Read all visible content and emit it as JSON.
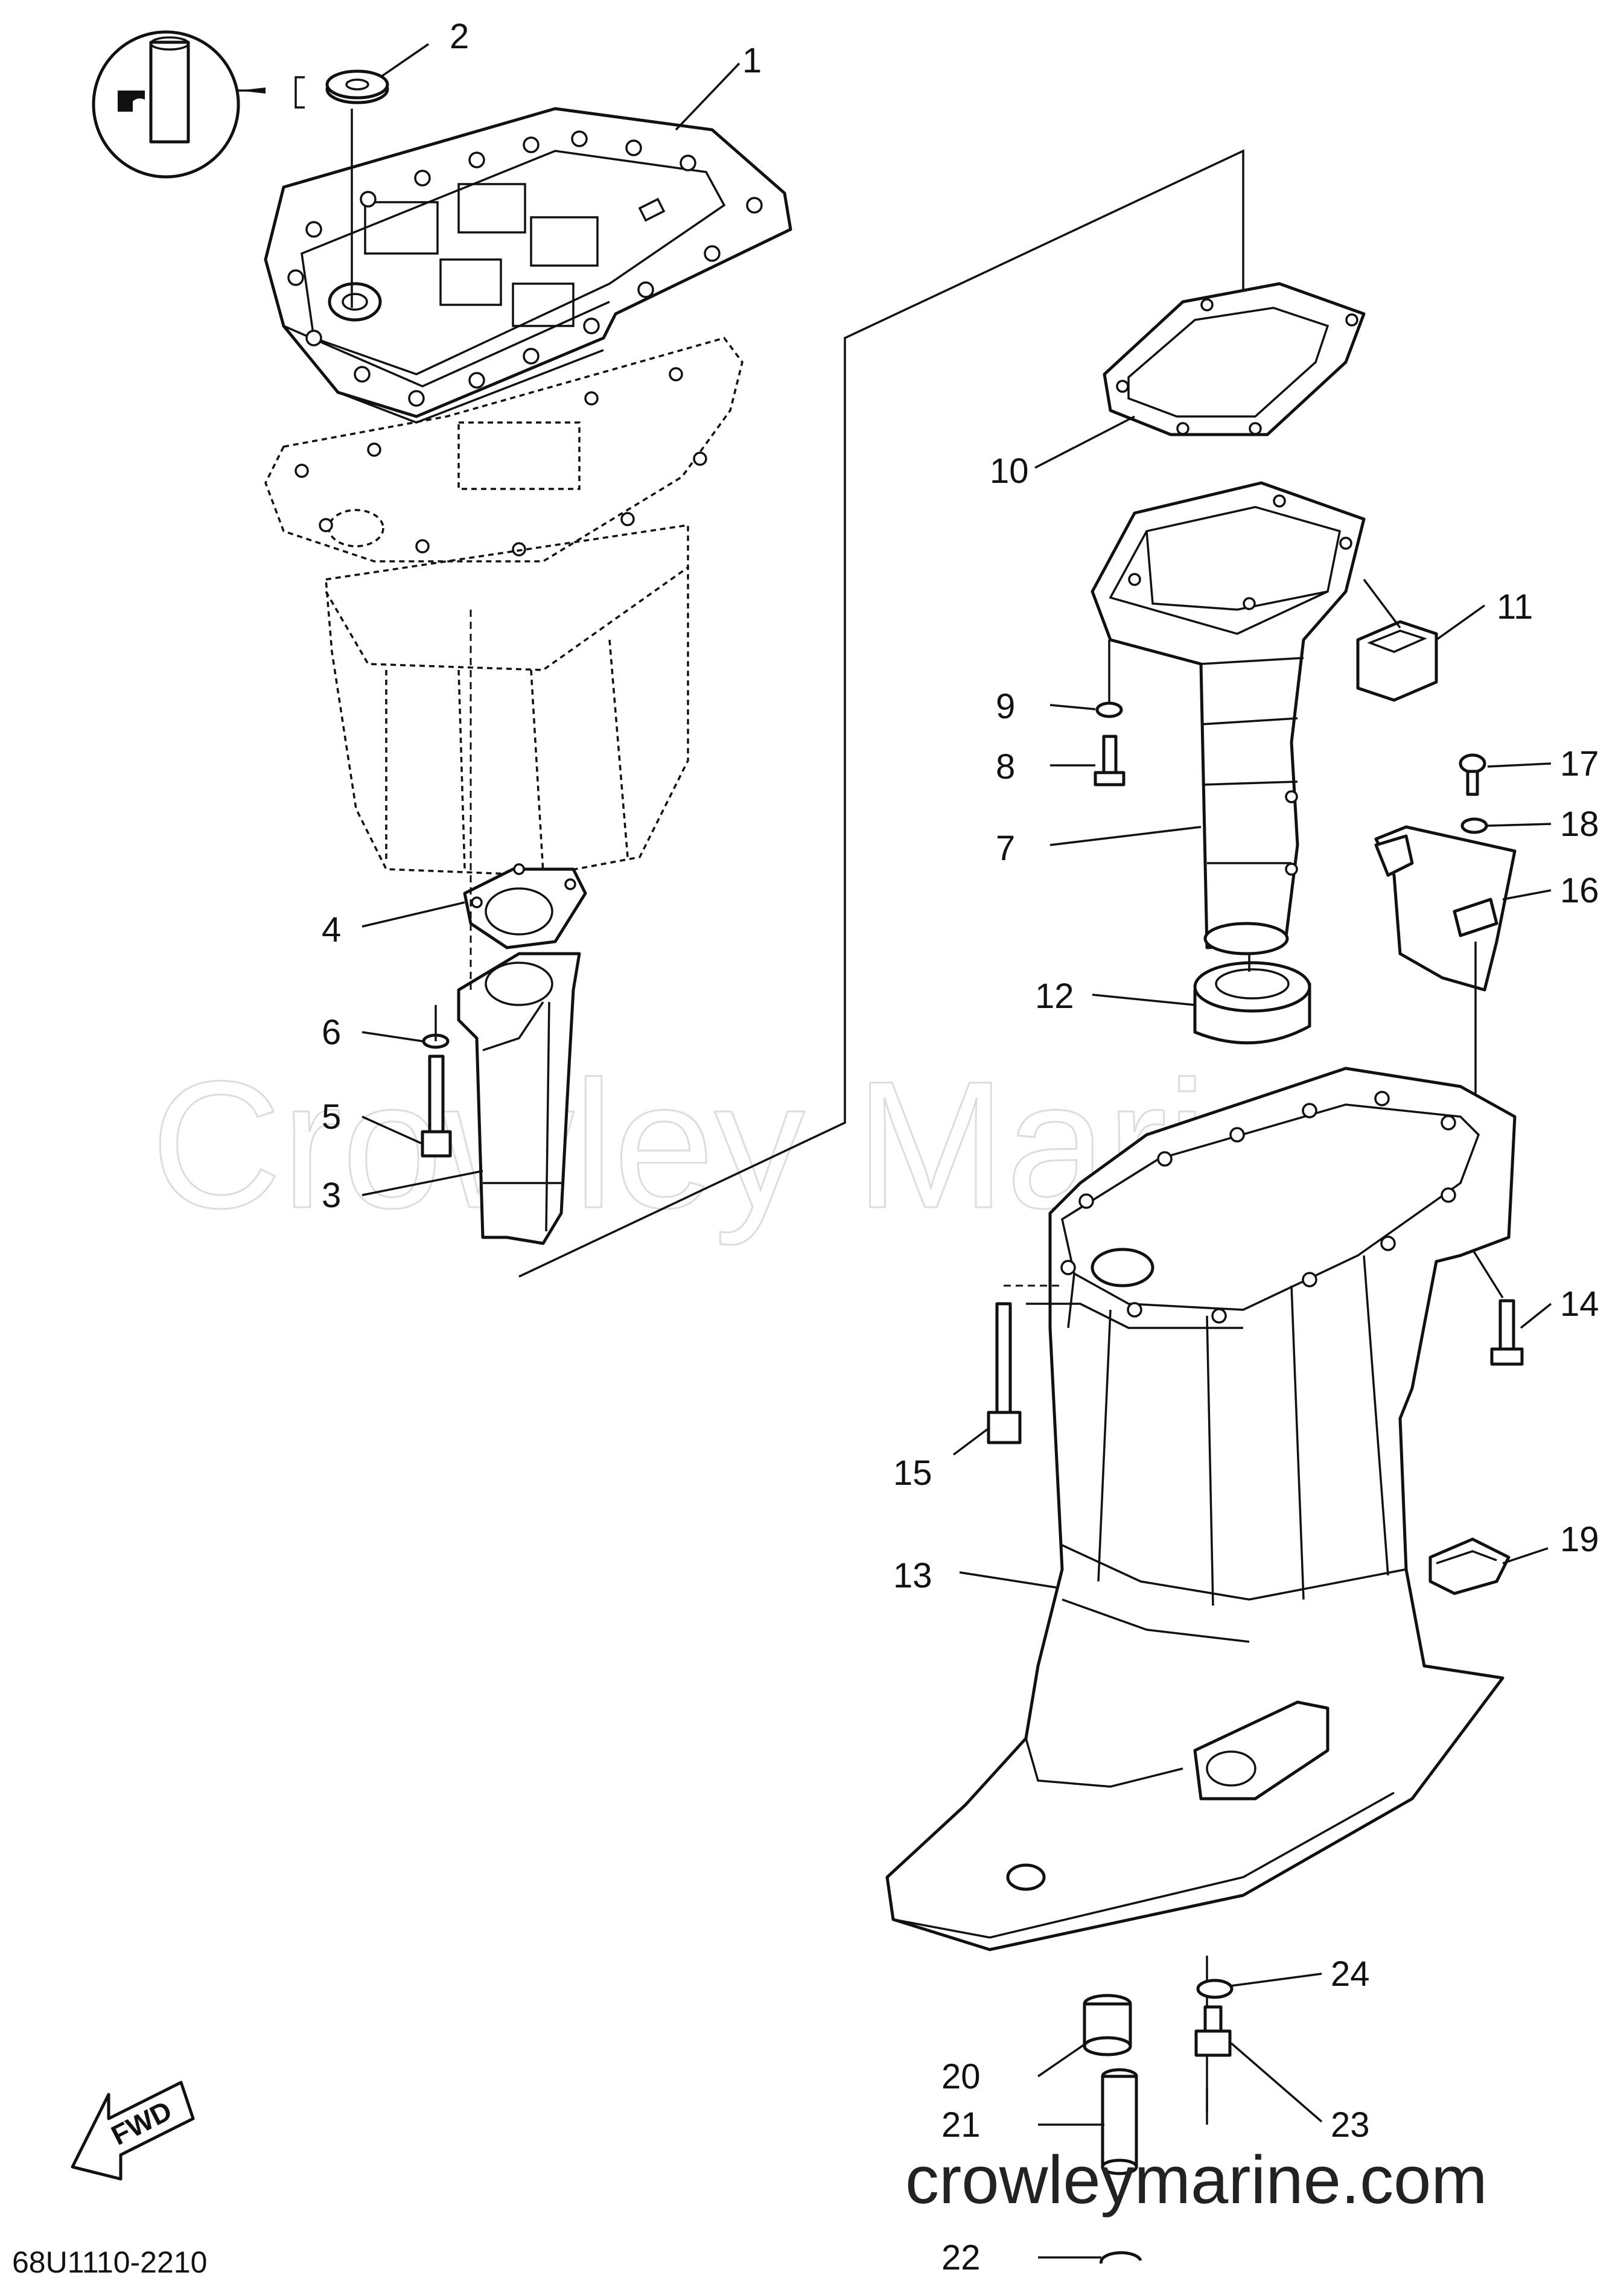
{
  "watermark": "Crowley Marine",
  "website": "crowleymarine.com",
  "diagram_code": "68U1110-2210",
  "fwd_label": "FWD",
  "callouts": [
    {
      "label": "1"
    },
    {
      "label": "2"
    },
    {
      "label": "3"
    },
    {
      "label": "4"
    },
    {
      "label": "5"
    },
    {
      "label": "6"
    },
    {
      "label": "7"
    },
    {
      "label": "8"
    },
    {
      "label": "9"
    },
    {
      "label": "10"
    },
    {
      "label": "11"
    },
    {
      "label": "12"
    },
    {
      "label": "13"
    },
    {
      "label": "14"
    },
    {
      "label": "15"
    },
    {
      "label": "16"
    },
    {
      "label": "17"
    },
    {
      "label": "18"
    },
    {
      "label": "19"
    },
    {
      "label": "20"
    },
    {
      "label": "21"
    },
    {
      "label": "22"
    },
    {
      "label": "23"
    },
    {
      "label": "24"
    }
  ]
}
